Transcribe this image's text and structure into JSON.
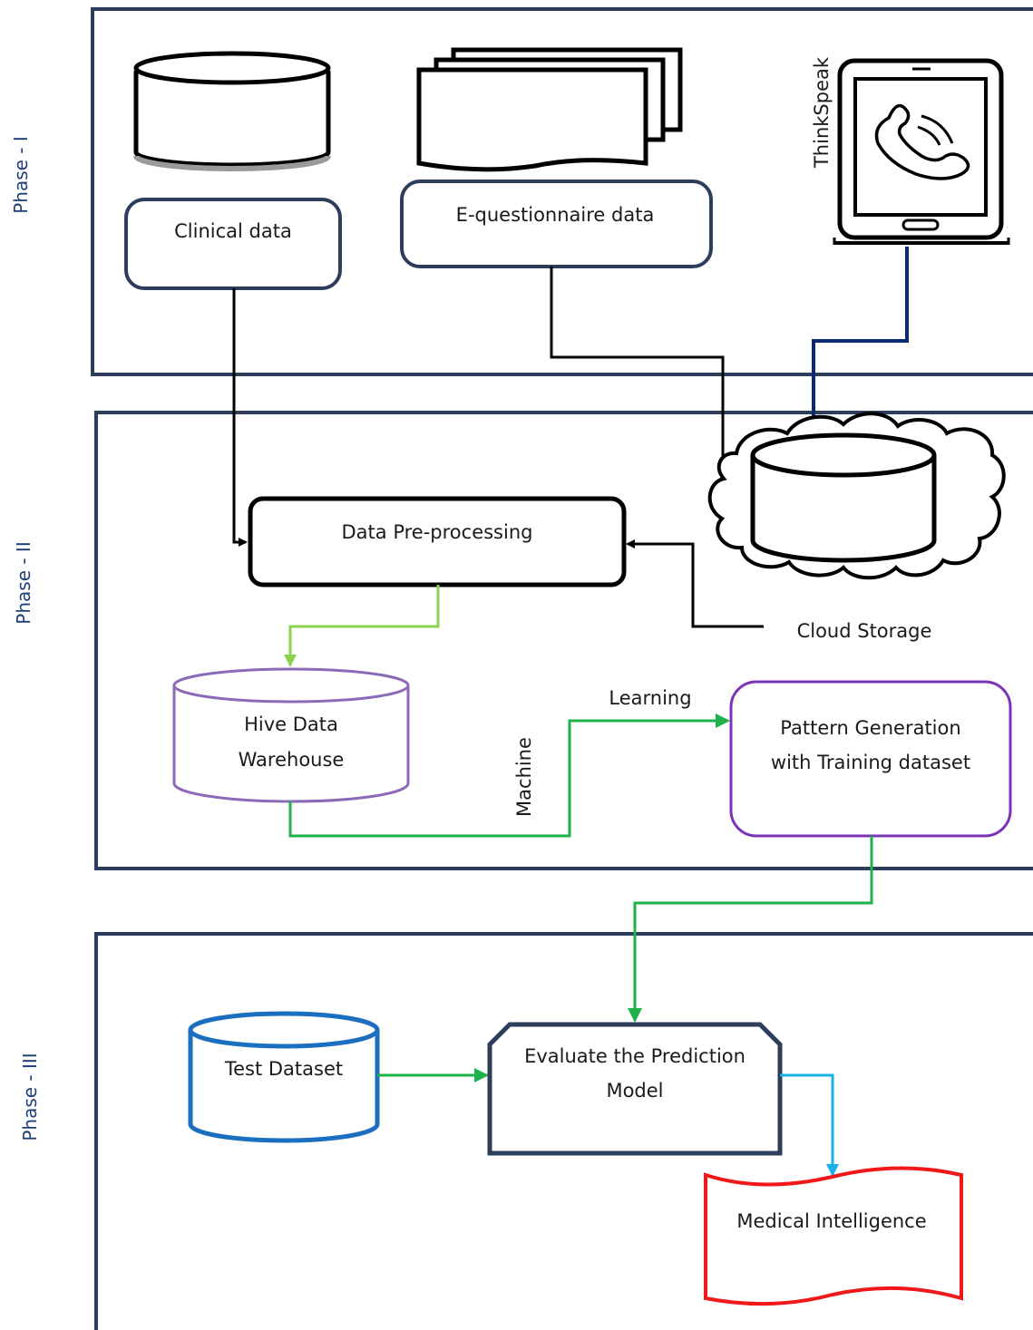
{
  "phases": {
    "phase1": "Phase - I",
    "phase2": "Phase - II",
    "phase3": "Phase - III"
  },
  "nodes": {
    "clinical_data": "Clinical data",
    "equestionnaire_data": "E-questionnaire data",
    "thinkspeak": "ThinkSpeak",
    "data_preprocessing": "Data Pre-processing",
    "cloud_storage": "Cloud Storage",
    "hive_line1": "Hive Data",
    "hive_line2": "Warehouse",
    "pattern_line1": "Pattern Generation",
    "pattern_line2": "with Training dataset",
    "test_dataset": "Test Dataset",
    "evaluate_line1": "Evaluate the Prediction",
    "evaluate_line2": "Model",
    "medical_intelligence": "Medical Intelligence"
  },
  "edge_labels": {
    "machine": "Machine",
    "learning": "Learning"
  },
  "colors": {
    "frame": "#2c3e5c",
    "phase_text": "#1f3f78",
    "black_arrow": "#000000",
    "navy_arrow": "#0b2a6b",
    "light_green_arrow": "#8dd14f",
    "green_arrow": "#1fb24a",
    "blue_arrow": "#1ab0e8",
    "hive_border": "#8c68b8",
    "pattern_border": "#7b33b8",
    "test_border": "#1b6fc0",
    "medical_border": "#f01818"
  }
}
